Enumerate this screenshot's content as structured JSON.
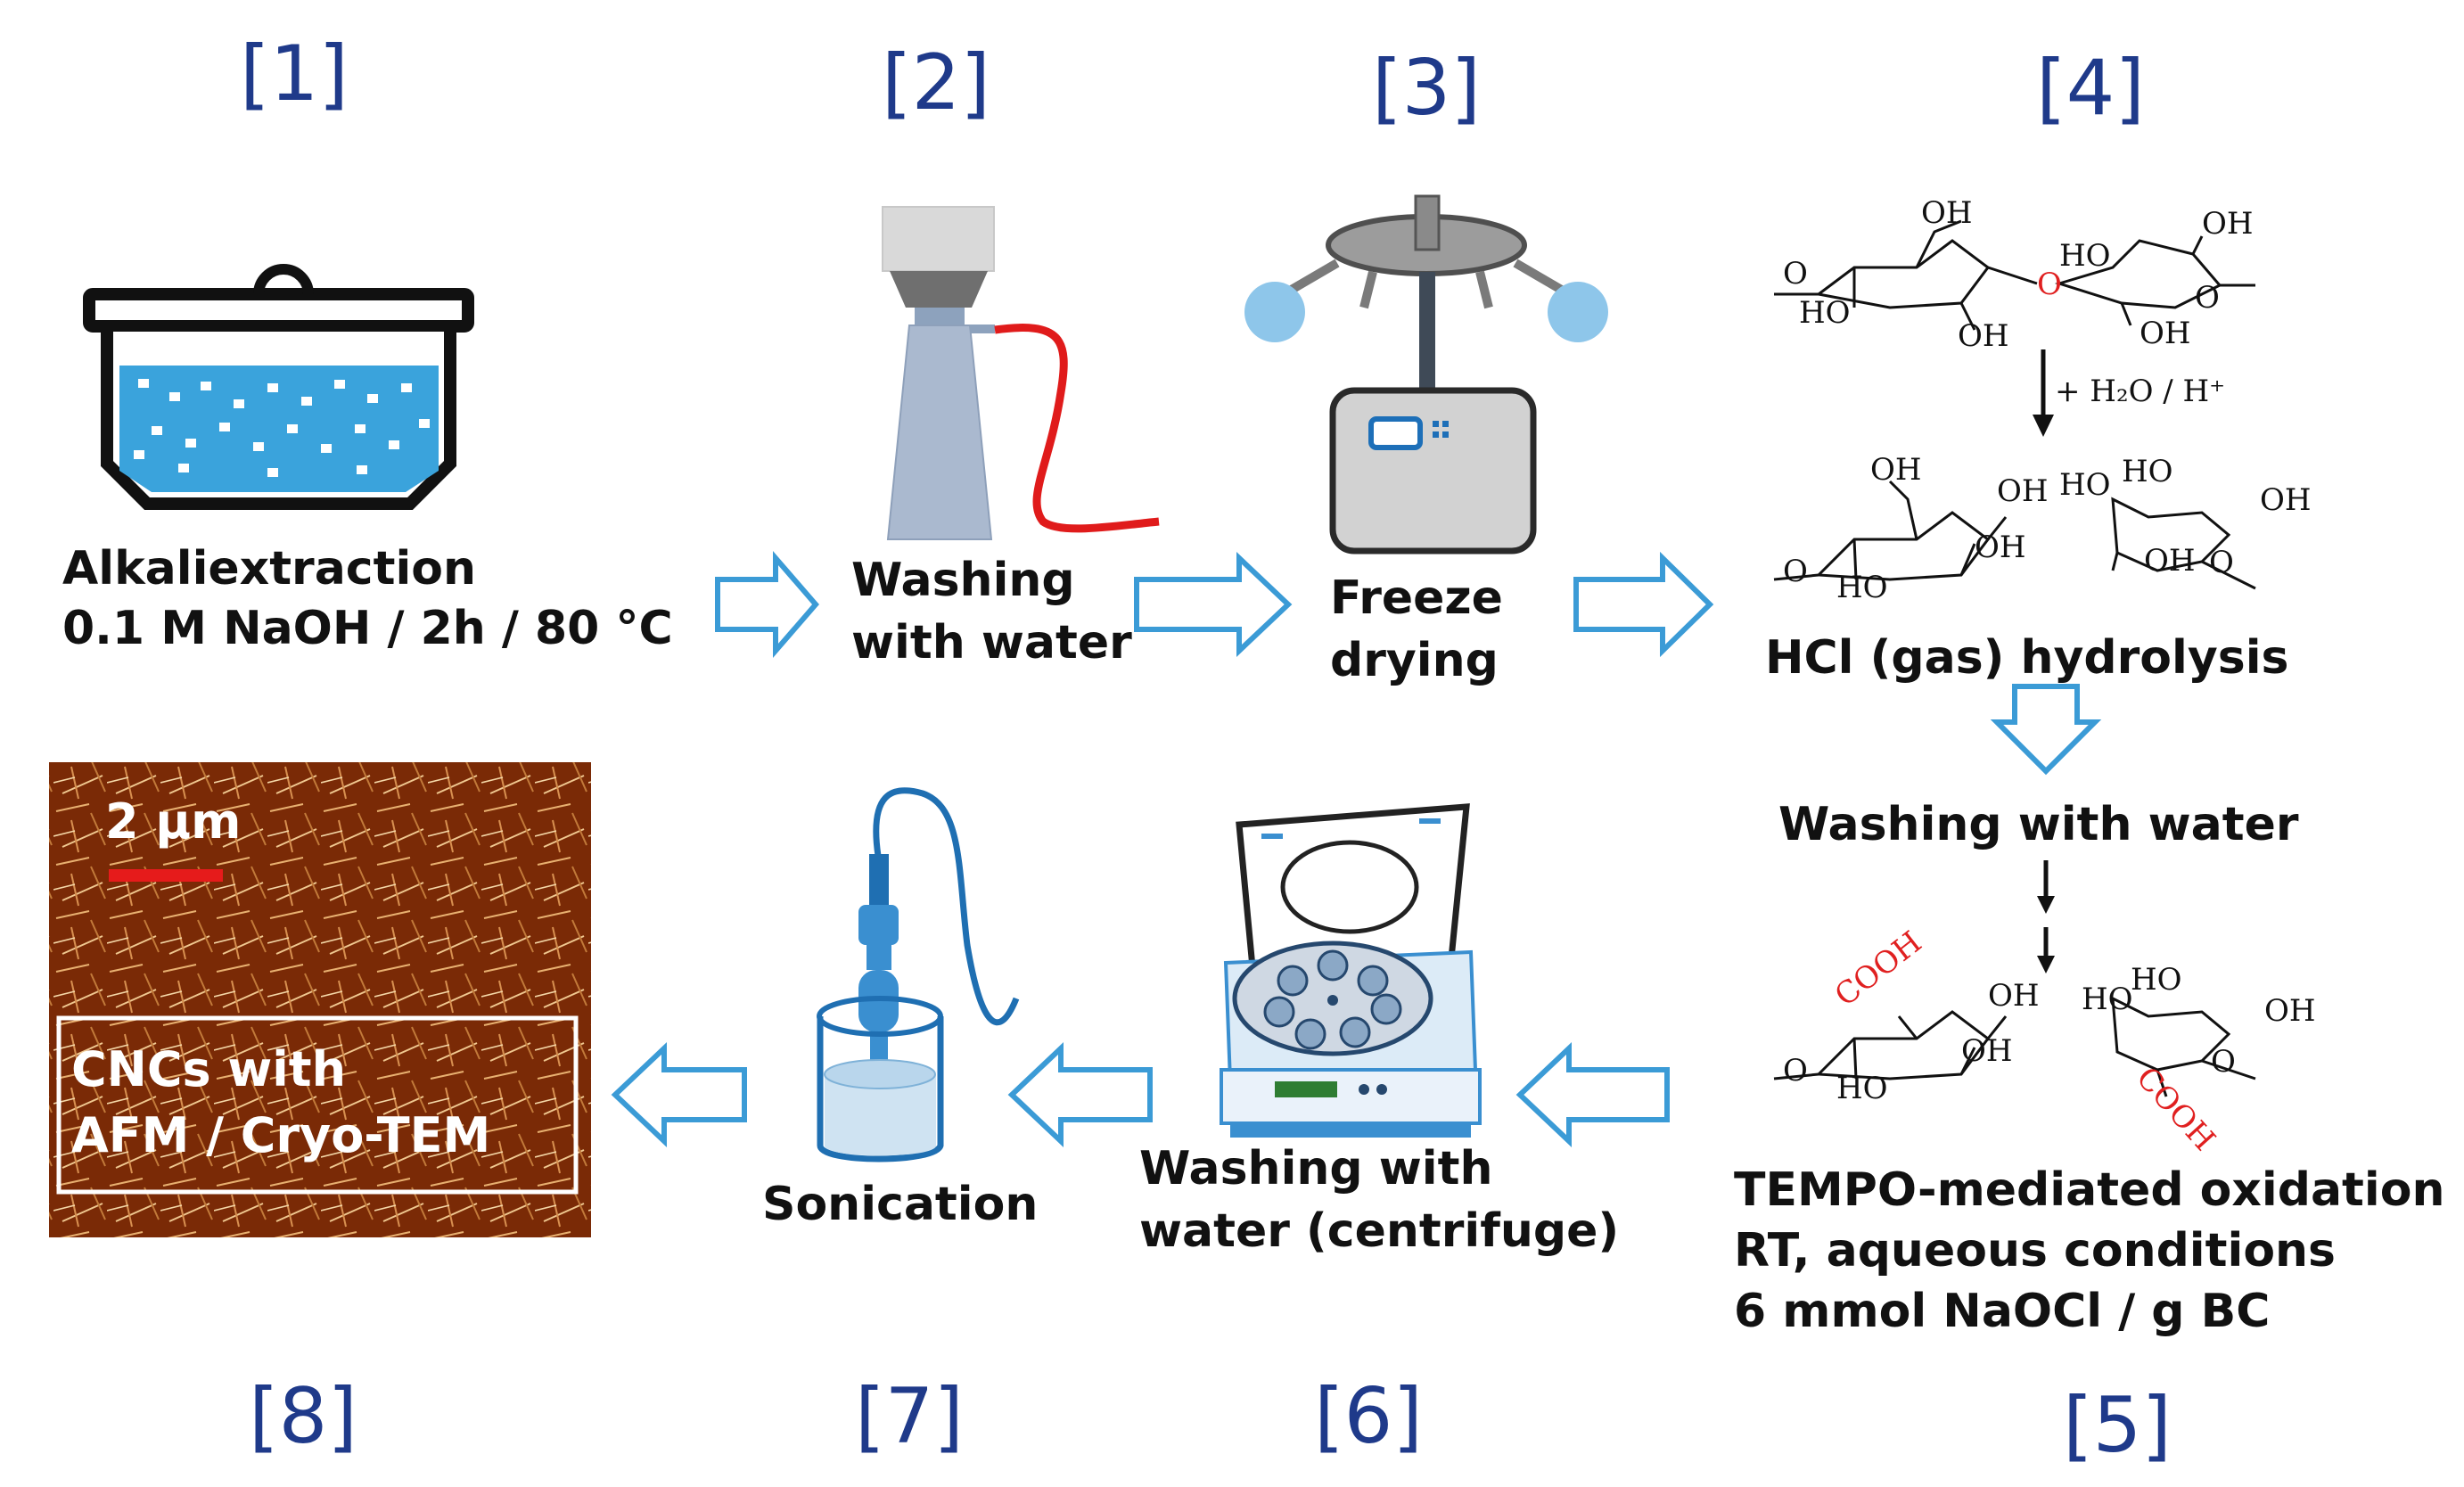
{
  "steps": {
    "s1": {
      "number": "[1]",
      "line1": "Alkaliextraction",
      "line2": "0.1 M NaOH / 2h / 80 °C"
    },
    "s2": {
      "number": "[2]",
      "line1": "Washing",
      "line2": "with water"
    },
    "s3": {
      "number": "[3]",
      "line1": "Freeze",
      "line2": "drying"
    },
    "s4": {
      "number": "[4]",
      "line1": "HCl (gas) hydrolysis",
      "reaction": "+ H₂O / H⁺"
    },
    "s4b": {
      "line1": "Washing with water"
    },
    "s5": {
      "number": "[5]",
      "line1": "TEMPO-mediated oxidation",
      "line2": "RT, aqueous conditions",
      "line3": "6 mmol NaOCl / g BC"
    },
    "s6": {
      "number": "[6]",
      "line1": "Washing with",
      "line2": "water (centrifuge)"
    },
    "s7": {
      "number": "[7]",
      "line1": "Sonication"
    },
    "s8": {
      "number": "[8]",
      "scale": "2 µm",
      "line1": "CNCs with",
      "line2": "AFM / Cryo-TEM"
    }
  },
  "chem": {
    "oh": "OH",
    "ho": "HO",
    "o": "O",
    "cooh": "COOH"
  },
  "colors": {
    "arrow": "#3b9bd6",
    "number": "#1f3a8a",
    "water": "#3aa3dc",
    "red_tube": "#e01b1b",
    "afm_bg": "#7a2a06"
  }
}
